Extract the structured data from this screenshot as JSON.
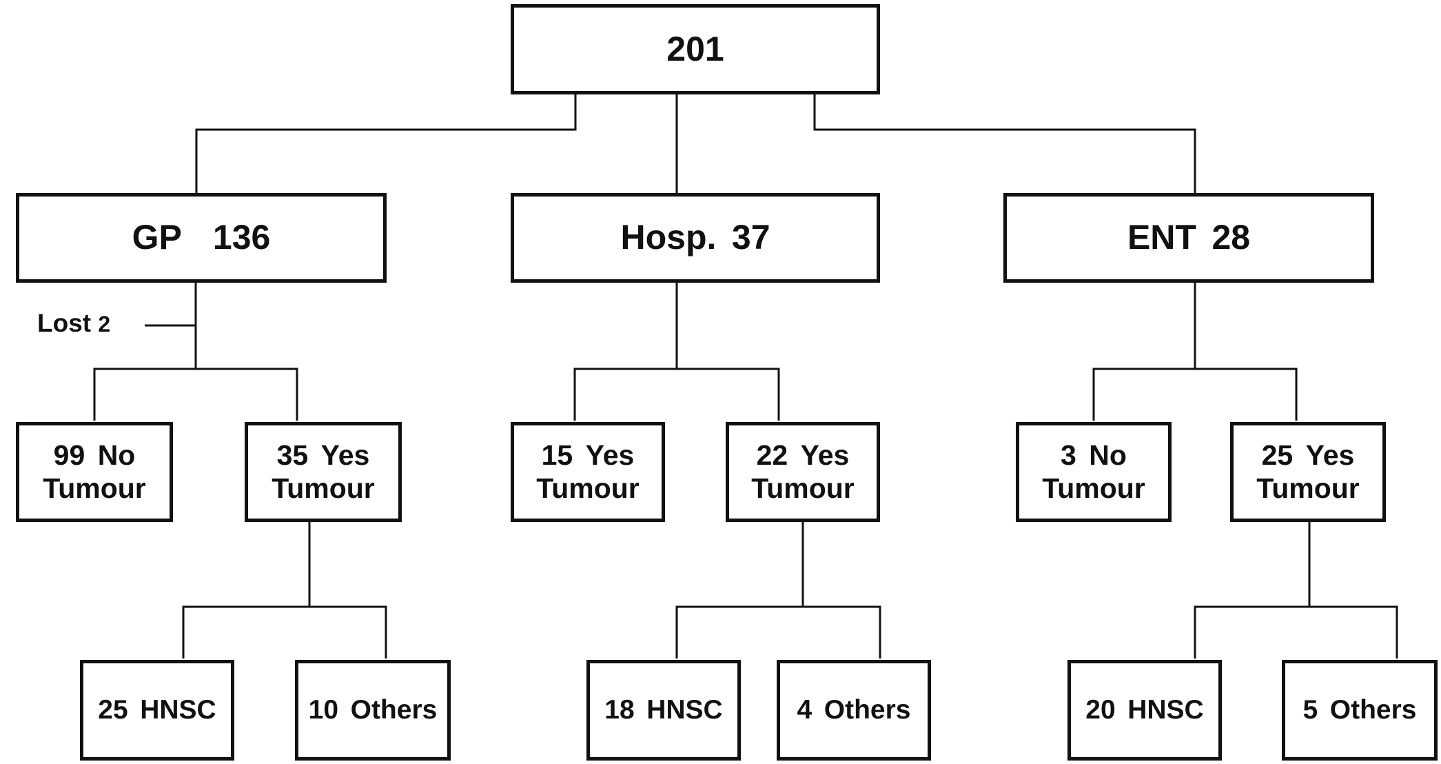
{
  "root": {
    "value": "201"
  },
  "sources": [
    {
      "label": "GP",
      "count": "136"
    },
    {
      "label": "Hosp.",
      "count": "37"
    },
    {
      "label": "ENT",
      "count": "28"
    }
  ],
  "lost": {
    "label": "Lost",
    "count": "2"
  },
  "tumour_boxes": [
    {
      "count": "99",
      "answer": "No",
      "word": "Tumour"
    },
    {
      "count": "35",
      "answer": "Yes",
      "word": "Tumour"
    },
    {
      "count": "15",
      "answer": "Yes",
      "word": "Tumour"
    },
    {
      "count": "22",
      "answer": "Yes",
      "word": "Tumour"
    },
    {
      "count": "3",
      "answer": "No",
      "word": "Tumour"
    },
    {
      "count": "25",
      "answer": "Yes",
      "word": "Tumour"
    }
  ],
  "outcomes": [
    {
      "count": "25",
      "label": "HNSC"
    },
    {
      "count": "10",
      "label": "Others"
    },
    {
      "count": "18",
      "label": "HNSC"
    },
    {
      "count": "4",
      "label": "Others"
    },
    {
      "count": "20",
      "label": "HNSC"
    },
    {
      "count": "5",
      "label": "Others"
    }
  ]
}
